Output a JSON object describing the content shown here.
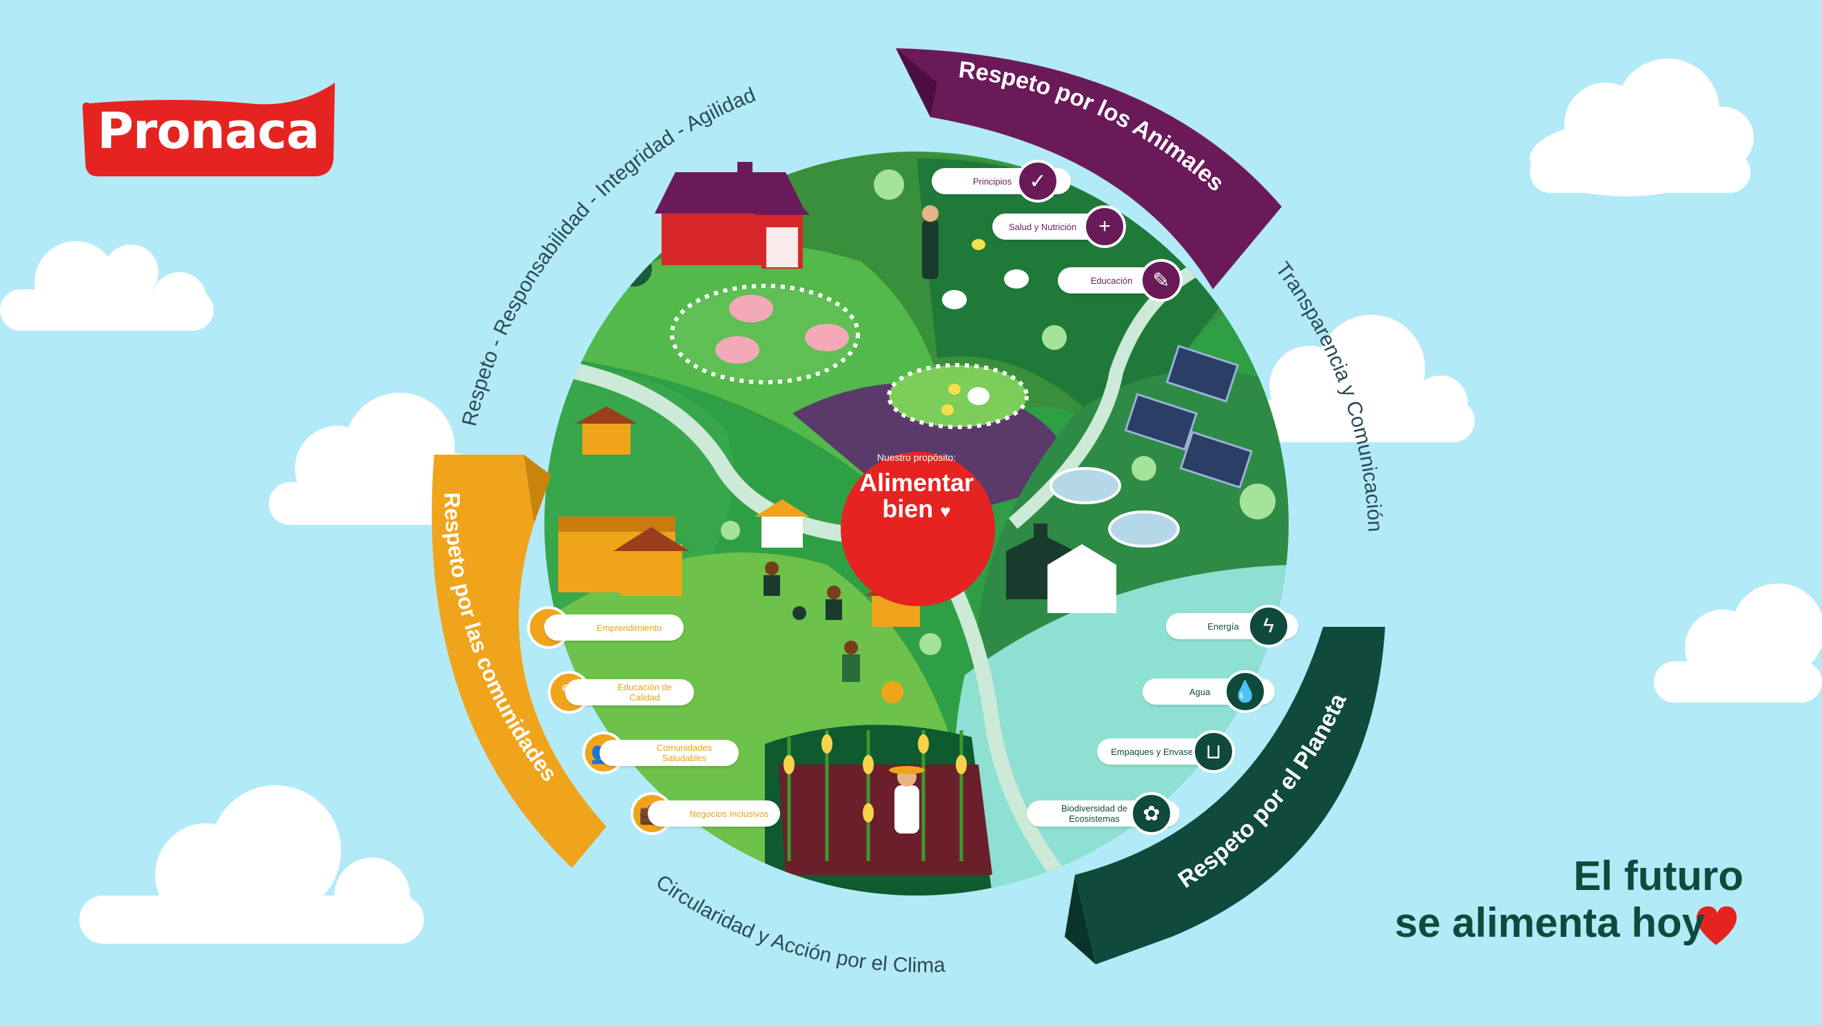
{
  "brand": {
    "logo_text": "Pronaca",
    "logo_color": "#e52421"
  },
  "center": {
    "small_label": "Nuestro propósito:",
    "big_label_line1": "Alimentar",
    "big_label_line2": "bien",
    "heart": "♥"
  },
  "ring_values": {
    "top_left": "Respeto - Responsabilidad - Integridad - Agilidad",
    "right": "Transparencia y Comunicación",
    "bottom": "Circularidad y Acción por el Clima"
  },
  "arrows": {
    "animals": "Respeto por los Animales",
    "planet": "Respeto por el Planeta",
    "communities": "Respeto por las comunidades"
  },
  "animals_items": [
    {
      "label": "Principios",
      "icon": "check-icon"
    },
    {
      "label": "Salud y Nutrición",
      "icon": "plus-icon"
    },
    {
      "label": "Educación",
      "icon": "pencil-icon"
    }
  ],
  "planet_items": [
    {
      "label": "Energía",
      "icon": "lightning-icon"
    },
    {
      "label": "Agua",
      "icon": "drop-icon"
    },
    {
      "label": "Empaques y Envases",
      "icon": "basket-icon"
    },
    {
      "label": "Biodiversidad de Ecosistemas",
      "icon": "badge-icon"
    }
  ],
  "community_items": [
    {
      "label": "Emprendimiento",
      "icon": "lightning-icon"
    },
    {
      "label": "Educación de Calidad",
      "icon": "pencil-icon"
    },
    {
      "label": "Comunidades Saludables",
      "icon": "people-icon"
    },
    {
      "label": "Negocios Inclusivos",
      "icon": "briefcase-icon"
    }
  ],
  "tagline": {
    "line1": "El futuro",
    "line2": "se alimenta hoy",
    "heart": "♥"
  },
  "colors": {
    "sky": "#b3eaf7",
    "purple": "#6b1a59",
    "dark_green": "#0f4a3c",
    "orange": "#f0a41b",
    "red": "#e52421",
    "grass": "#2fa84a"
  }
}
